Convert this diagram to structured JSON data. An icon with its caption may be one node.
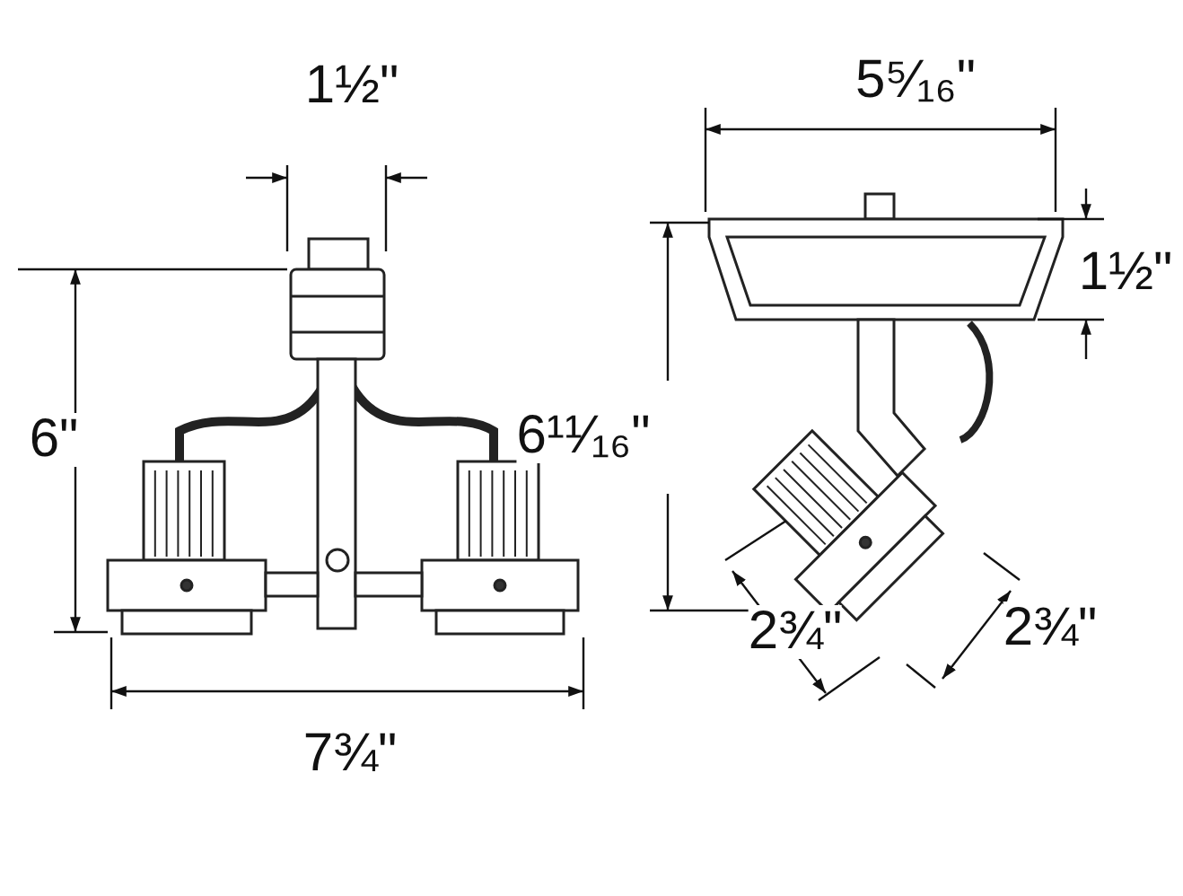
{
  "diagram": {
    "labels": [
      "1½\"",
      "6\"",
      "7¾\"",
      "5⁵⁄₁₆\"",
      "1½\"",
      "6¹¹⁄₁₆\"",
      "2¾\"",
      "2¾\""
    ]
  }
}
